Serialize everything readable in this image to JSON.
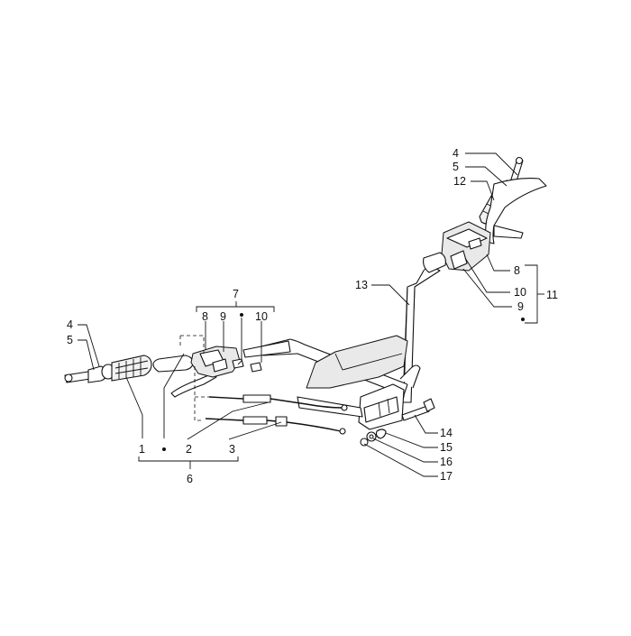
{
  "callouts": {
    "left_4": "4",
    "left_5": "5",
    "left_1": "1",
    "left_2": "2",
    "left_3": "3",
    "left_6": "6",
    "left_7": "7",
    "left_8": "8",
    "left_9": "9",
    "left_10": "10",
    "right_4": "4",
    "right_5": "5",
    "right_12": "12",
    "right_8": "8",
    "right_10": "10",
    "right_9": "9",
    "right_11": "11",
    "label_13": "13",
    "label_14": "14",
    "label_15": "15",
    "label_16": "16",
    "label_17": "17"
  }
}
